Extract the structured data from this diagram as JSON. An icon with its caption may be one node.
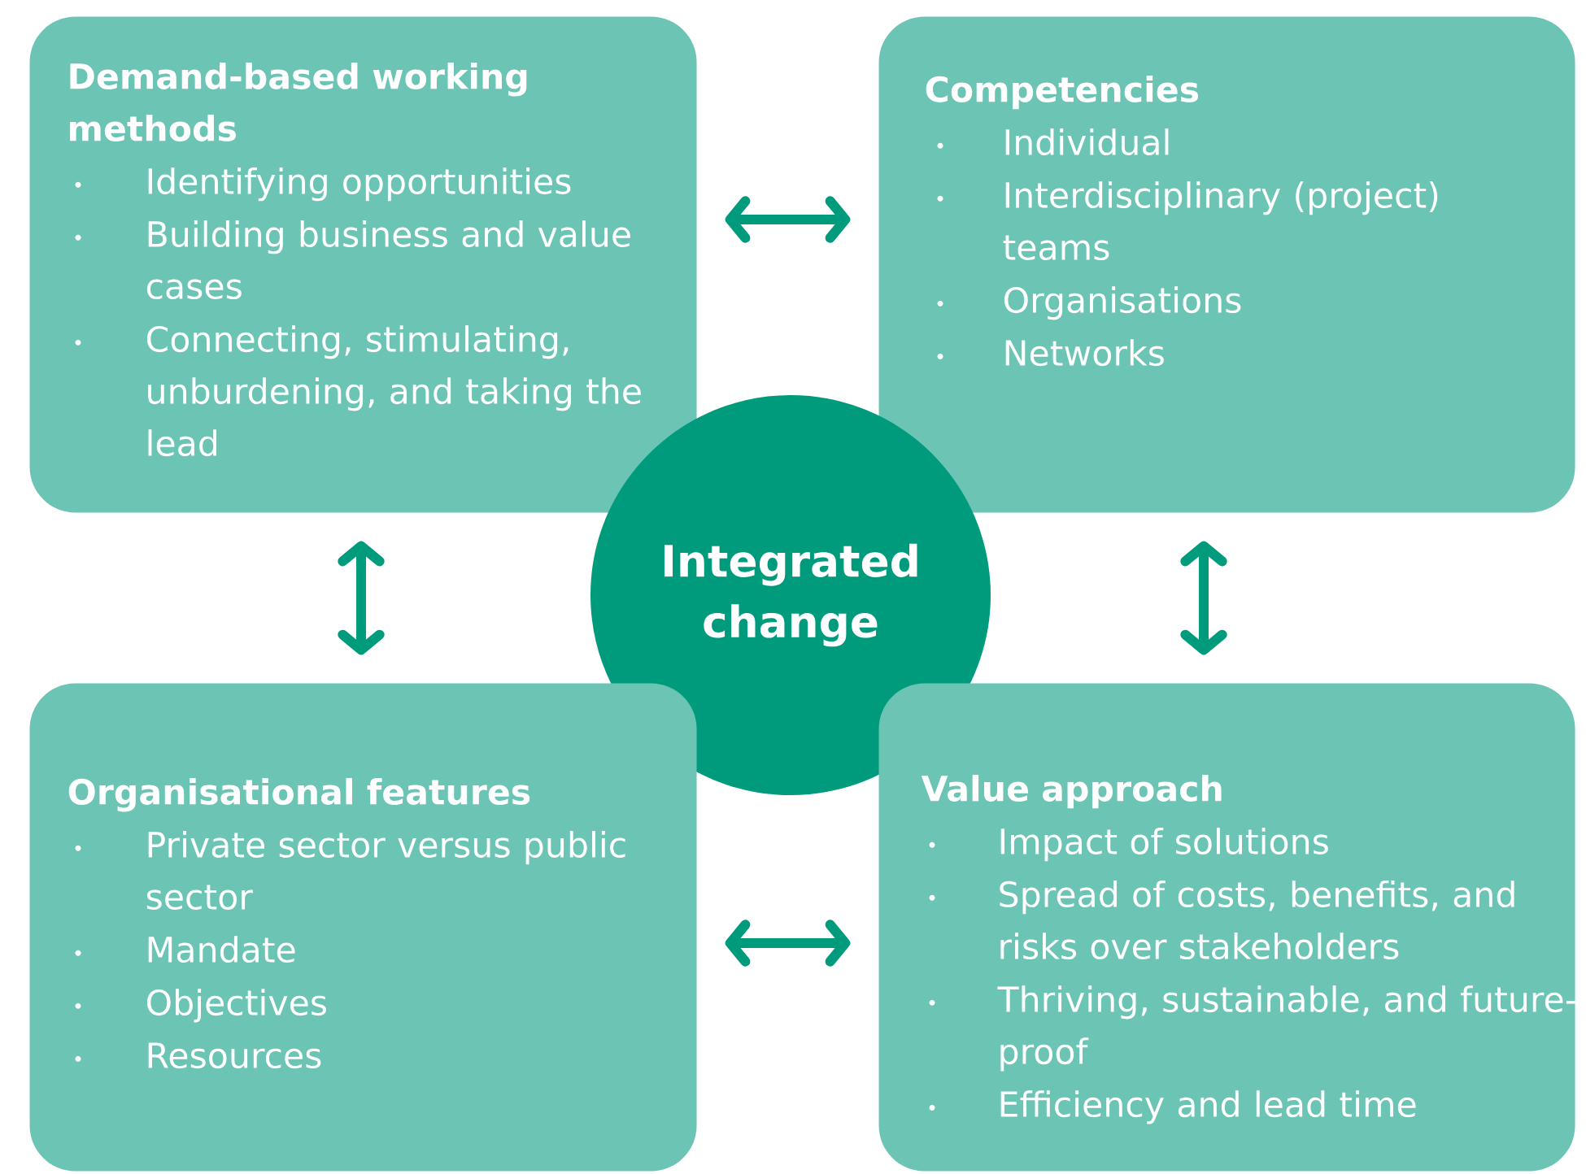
{
  "diagram": {
    "nodes": [
      {
        "text": [
          "Demand-based working methods",
          "Identifying opportunities",
          "Building business and value cases",
          "Connecting, stimulating, unburdening, and taking the lead"
        ]
      },
      {
        "text": [
          "Competencies",
          "Individual",
          "Interdisciplinary (project) teams",
          "Organisations",
          "Networks"
        ]
      },
      {
        "text": [
          "Integrated change"
        ]
      },
      {
        "text": [
          "Organisational features",
          "Private sector versus public sector",
          "Mandate",
          "Objectives",
          "Resources"
        ]
      },
      {
        "text": [
          "Value approach",
          "Impact of solutions",
          "Spread of costs, benefits, and risks over stakeholders",
          "Thriving, sustainable, and future-proof",
          "Efficiency and lead time"
        ]
      }
    ],
    "edges": [
      {
        "from": 0,
        "to": 1,
        "arrow": "both"
      },
      {
        "from": 0,
        "to": 3,
        "arrow": "both"
      },
      {
        "from": 1,
        "to": 4,
        "arrow": "both"
      },
      {
        "from": 3,
        "to": 4,
        "arrow": "both"
      }
    ]
  }
}
